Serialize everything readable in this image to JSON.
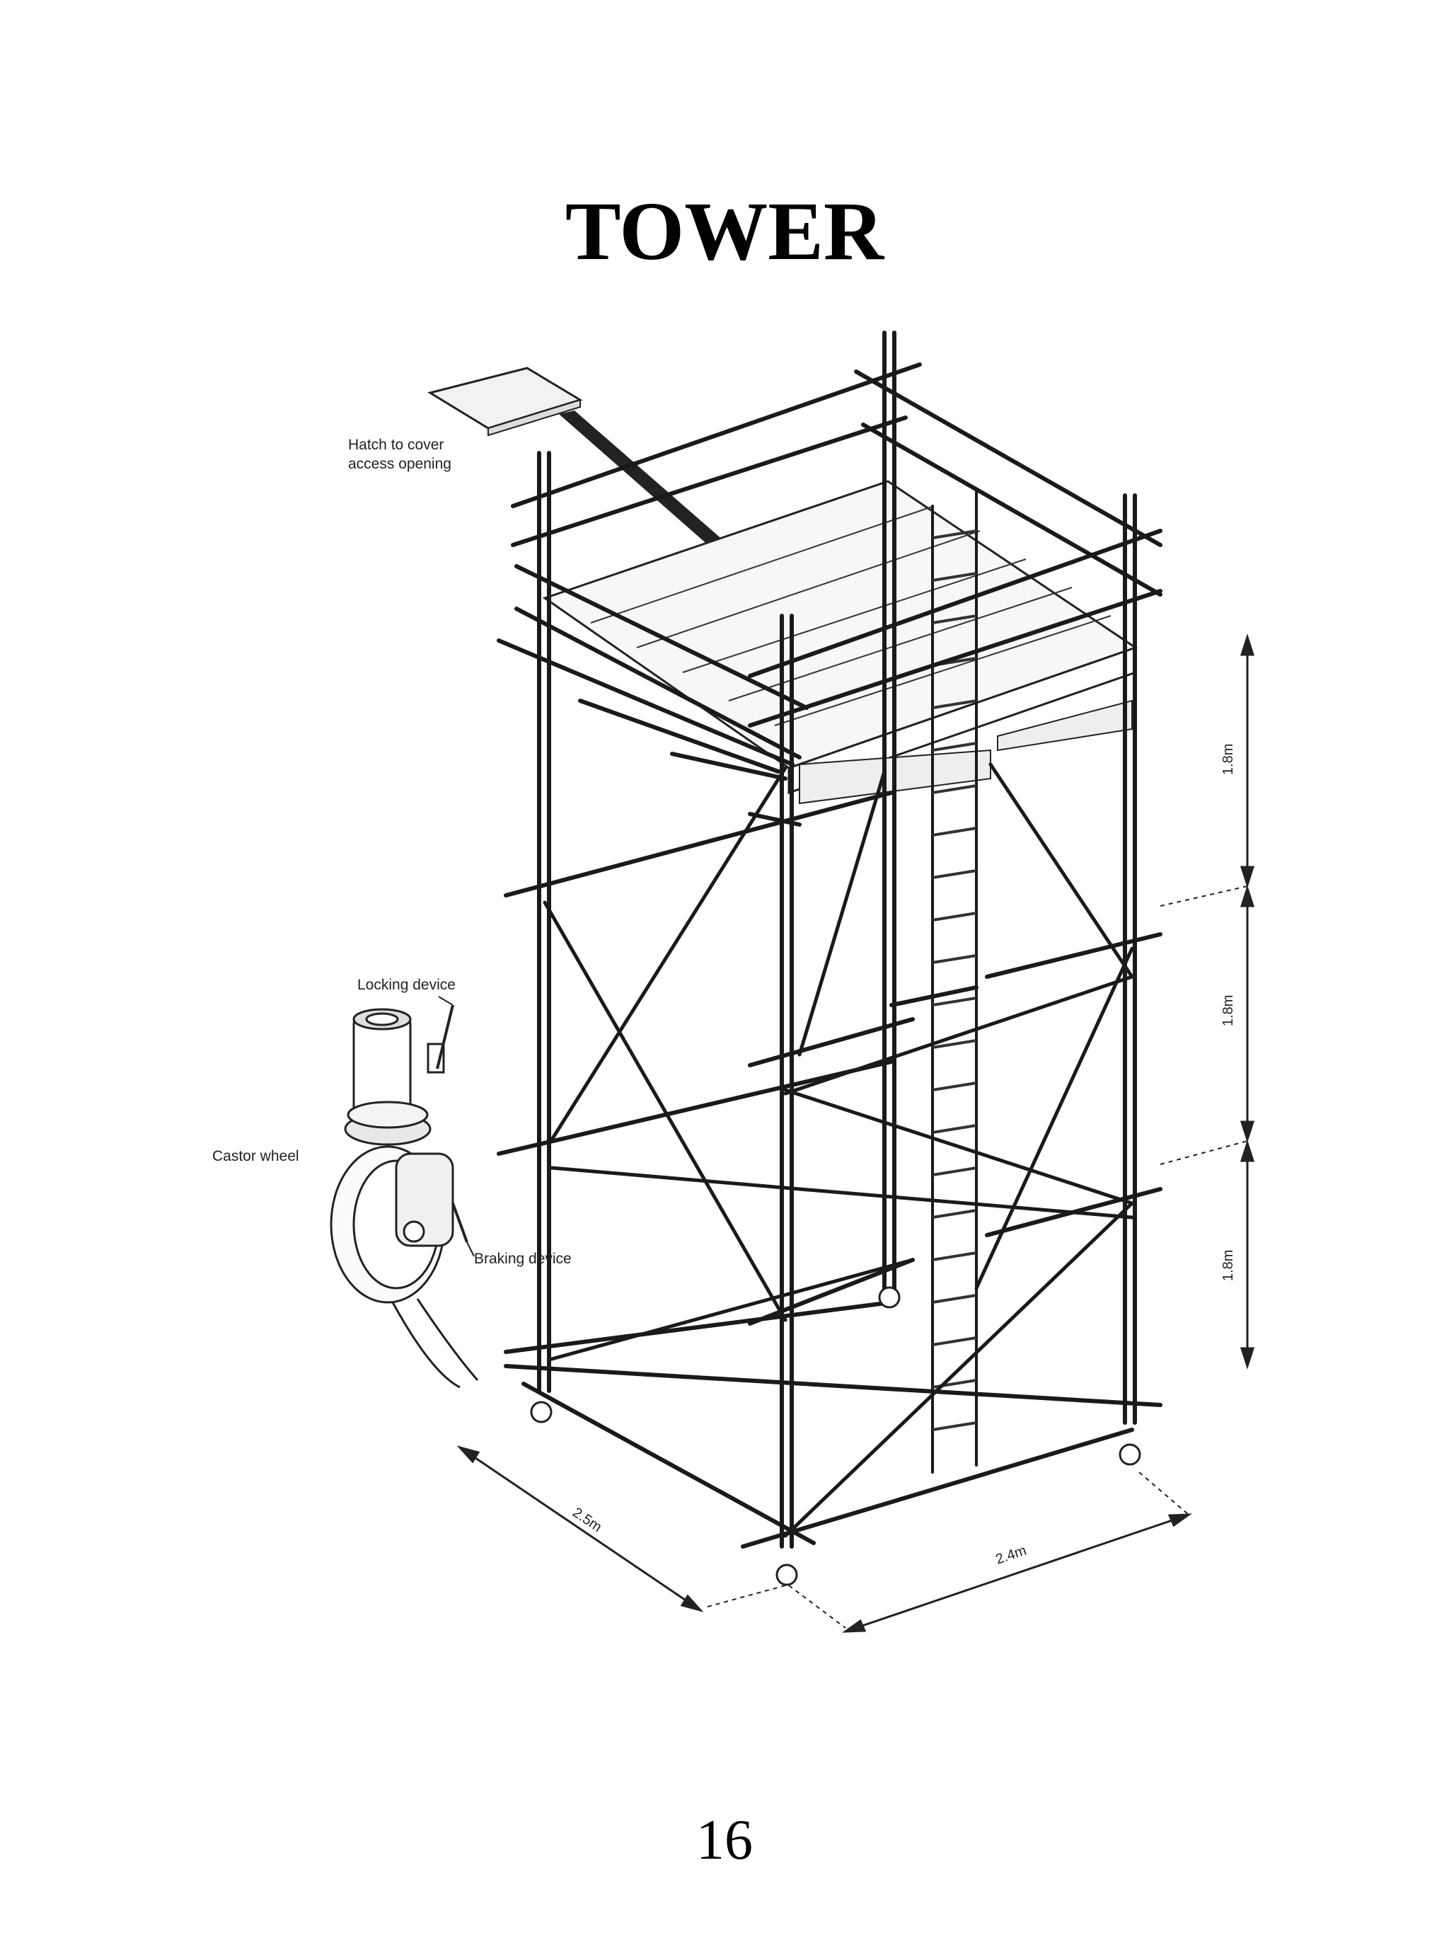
{
  "title": "TOWER",
  "page_number": "16",
  "labels": {
    "hatch_line1": "Hatch to cover",
    "hatch_line2": "access opening",
    "locking_device": "Locking device",
    "castor_wheel": "Castor wheel",
    "braking_device": "Braking device"
  },
  "dimensions": {
    "lift_top": "1.8m",
    "lift_middle": "1.8m",
    "lift_bottom": "1.8m",
    "depth": "2.5m",
    "width": "2.4m"
  },
  "icons": {
    "castor": "castor-wheel-icon",
    "hatch": "hatch-icon"
  }
}
